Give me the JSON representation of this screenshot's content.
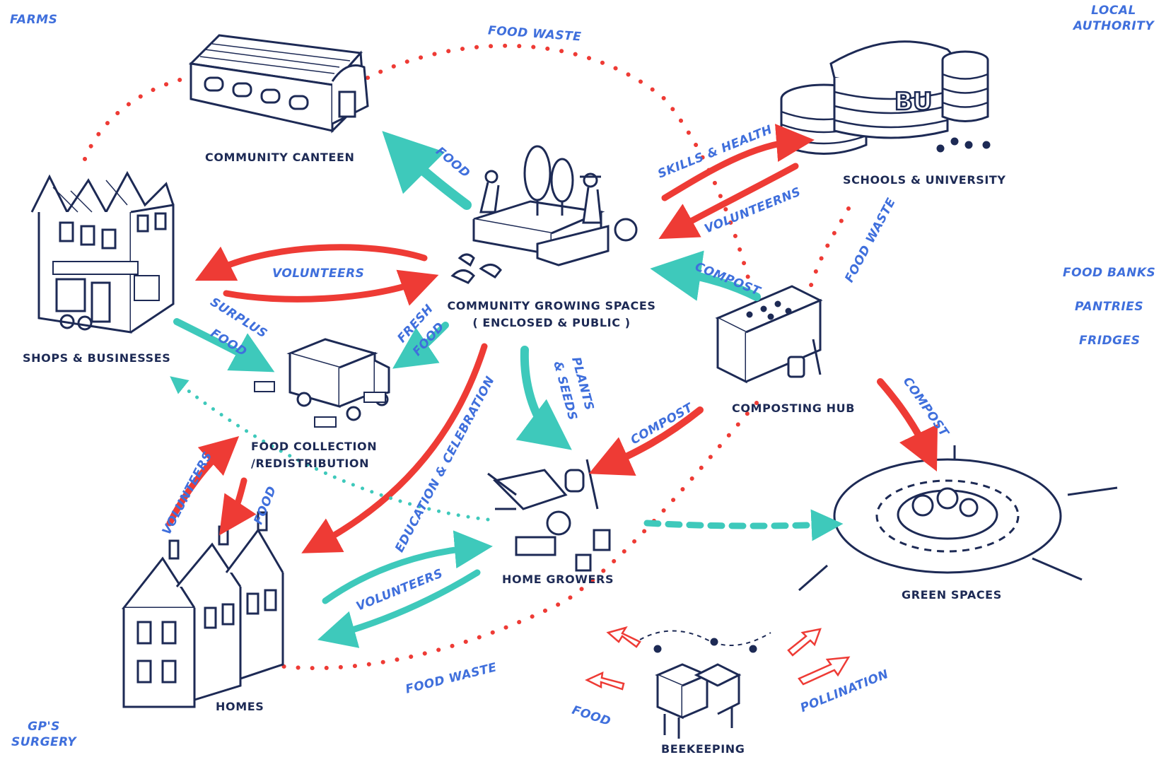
{
  "nodes": {
    "community_canteen": "COMMUNITY CANTEEN",
    "schools_university": "SCHOOLS & UNIVERSITY",
    "shops_businesses": "SHOPS & BUSINESSES",
    "community_growing_1": "COMMUNITY GROWING SPACES",
    "community_growing_2": "( ENCLOSED & PUBLIC )",
    "composting_hub": "COMPOSTING HUB",
    "food_collection_1": "FOOD COLLECTION",
    "food_collection_2": "/REDISTRIBUTION",
    "home_growers": "HOME GROWERS",
    "green_spaces": "GREEN SPACES",
    "homes": "HOMES",
    "beekeeping": "BEEKEEPING"
  },
  "side_labels": {
    "farms": "FARMS",
    "local_authority_1": "LOCAL",
    "local_authority_2": "AUTHORITY",
    "food_banks": "FOOD BANKS",
    "pantries": "PANTRIES",
    "fridges": "FRIDGES",
    "gp_1": "GP'S",
    "gp_2": "SURGERY"
  },
  "flow_labels": {
    "food_waste_top": "FOOD WASTE",
    "food_canteen": "FOOD",
    "skills_health": "SKILLS & HEALTH",
    "volunteerns": "VOLUNTEERNS",
    "volunteers_shops": "VOLUNTEERS",
    "compost_hub": "COMPOST",
    "food_waste_schools": "FOOD WASTE",
    "surplus": "SURPLUS",
    "surplus_food": "FOOD",
    "fresh": "FRESH",
    "fresh_food": "FOOD",
    "plants": "PLANTS",
    "seeds": "& SEEDS",
    "education": "EDUCATION & CELEBRATION",
    "compost_home": "COMPOST",
    "compost_green": "COMPOST",
    "volunteers_homes": "VOLUNTEERS",
    "food_homes": "FOOD",
    "volunteers_growers": "VOLUNTEERS",
    "food_waste_bottom": "FOOD WASTE",
    "food_bees": "FOOD",
    "pollination": "POLLINATION"
  },
  "colors": {
    "red": "#ee3b35",
    "teal": "#3ec9bb",
    "blue_text": "#3f6fdc",
    "navy": "#1d2a55"
  },
  "icons": [
    "canteen-building-icon",
    "university-building-icon",
    "shops-building-icon",
    "garden-people-icon",
    "compost-bin-icon",
    "delivery-van-icon",
    "wheelbarrow-icon",
    "roundabout-park-icon",
    "houses-icon",
    "beehives-icon"
  ]
}
